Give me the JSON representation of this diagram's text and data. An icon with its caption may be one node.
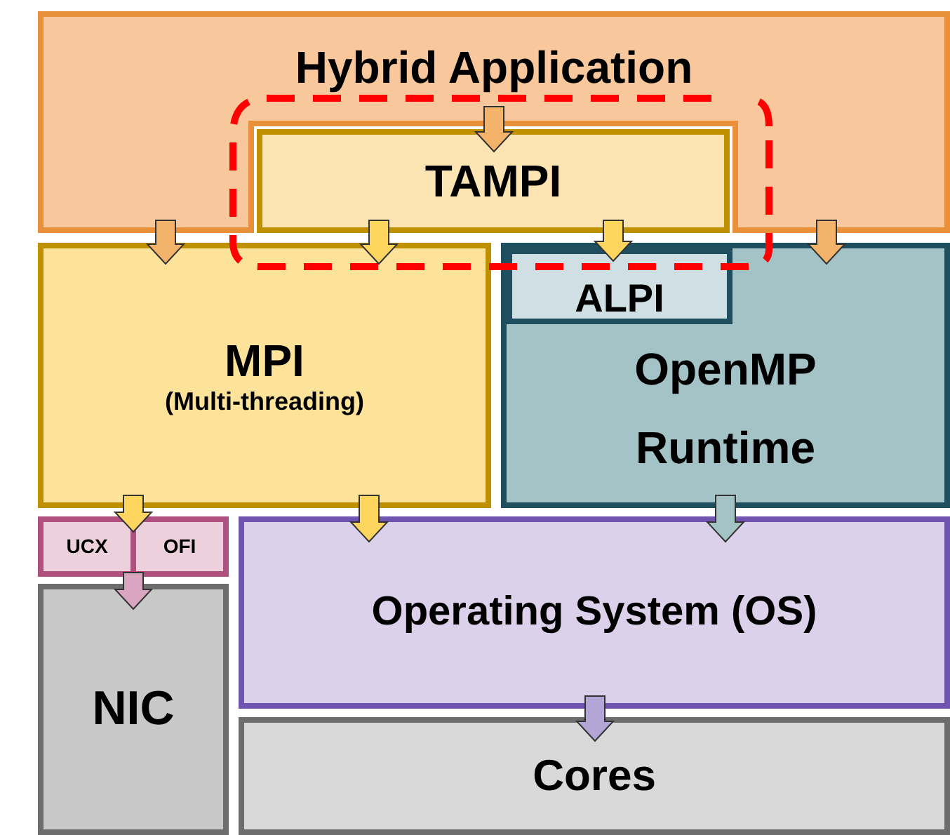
{
  "diagram": {
    "nodes": [
      {
        "text": [
          "Hybrid Application"
        ]
      },
      {
        "text": [
          "TAMPI"
        ],
        "in": 0
      },
      {
        "text": [
          "MPI",
          "(Multi-threading)"
        ]
      },
      {
        "text": [
          "OpenMP Runtime"
        ]
      },
      {
        "text": [
          "ALPI"
        ],
        "in": 3
      },
      {
        "text": [
          "UCX"
        ]
      },
      {
        "text": [
          "OFI"
        ]
      },
      {
        "text": [
          "Operating System (OS)"
        ]
      },
      {
        "text": [
          "NIC"
        ]
      },
      {
        "text": [
          "Cores"
        ]
      }
    ],
    "edges": [
      {
        "from": 0,
        "to": 1,
        "arrow": "to",
        "color": "#f4b36b"
      },
      {
        "from": 0,
        "to": 2,
        "arrow": "to",
        "color": "#f4b36b"
      },
      {
        "from": 1,
        "to": 2,
        "arrow": "to"
      },
      {
        "from": 1,
        "to": 4,
        "arrow": "to"
      },
      {
        "from": 0,
        "to": 3,
        "arrow": "to",
        "color": "#f4b36b"
      },
      {
        "from": 2,
        "to": 5,
        "arrow": "to"
      },
      {
        "from": 2,
        "to": 6,
        "arrow": "to"
      },
      {
        "from": 5,
        "to": 8,
        "arrow": "to",
        "color": "#d9a5c0"
      },
      {
        "from": 6,
        "to": 8,
        "arrow": "to",
        "color": "#d9a5c0"
      },
      {
        "from": 2,
        "to": 7,
        "arrow": "to"
      },
      {
        "from": 3,
        "to": 7,
        "arrow": "to",
        "color": "#a3c3c5"
      },
      {
        "from": 7,
        "to": 9,
        "arrow": "to",
        "color": "#b3a6d6"
      }
    ]
  }
}
